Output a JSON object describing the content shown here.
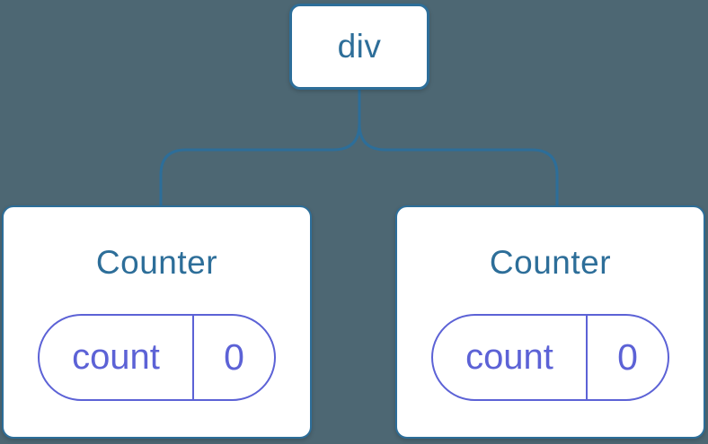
{
  "diagram": {
    "type": "component-tree",
    "colors": {
      "background": "#4d6773",
      "accent_blue": "#2d6e99",
      "accent_purple": "#5c62d6",
      "node_fill": "#ffffff"
    },
    "root": {
      "label": "div"
    },
    "children": [
      {
        "title": "Counter",
        "state": {
          "key": "count",
          "value": "0"
        }
      },
      {
        "title": "Counter",
        "state": {
          "key": "count",
          "value": "0"
        }
      }
    ]
  }
}
